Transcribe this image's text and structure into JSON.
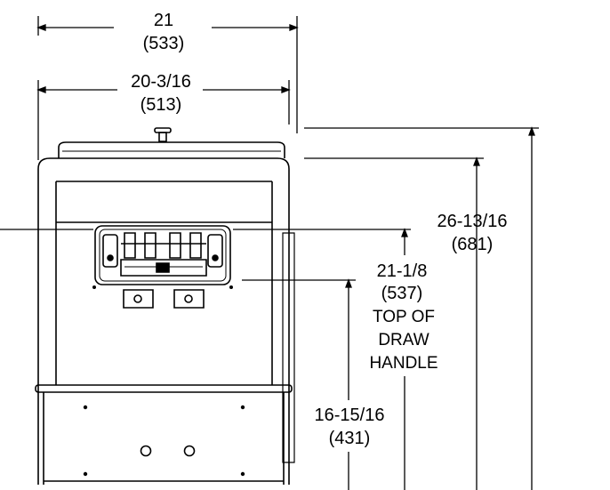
{
  "dimensions": {
    "width_total": {
      "value": "21",
      "metric": "(533)"
    },
    "width_cabinet": {
      "value": "20-3/16",
      "metric": "(513)"
    },
    "height_total": {
      "value": "26-13/16",
      "metric": "(681)"
    },
    "height_draw_handle": {
      "value": "21-1/8",
      "metric": "(537)",
      "label_lines": [
        "TOP OF",
        "DRAW",
        "HANDLE"
      ]
    },
    "height_spout": {
      "value": "16-15/16",
      "metric": "(431)"
    }
  },
  "colors": {
    "line": "#000000",
    "background": "#ffffff"
  }
}
